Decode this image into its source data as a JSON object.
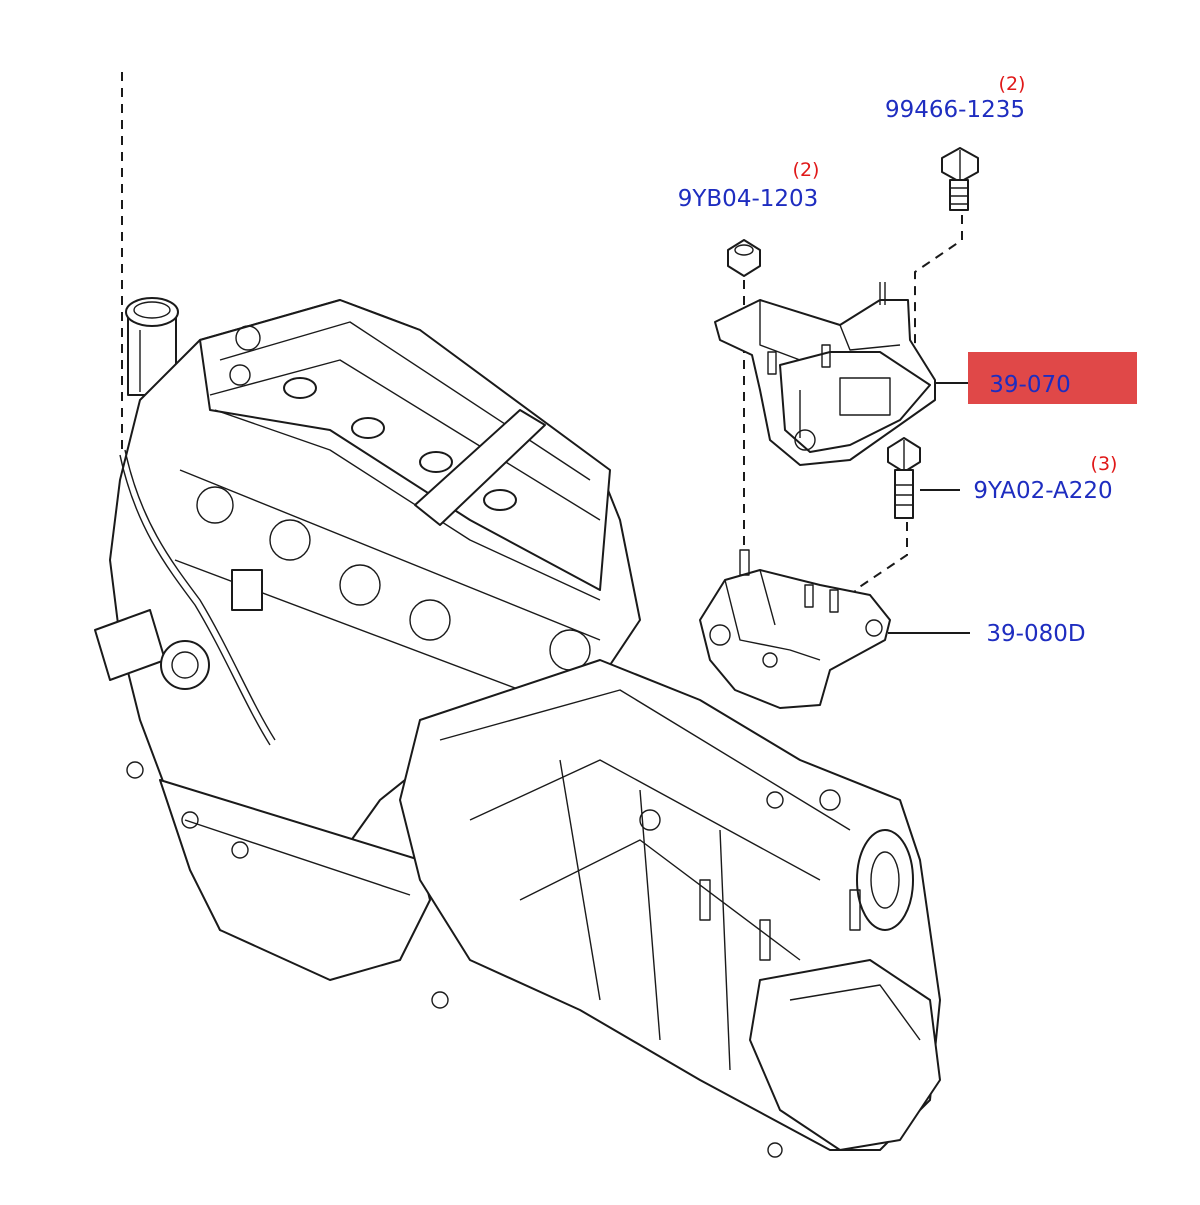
{
  "callouts": {
    "bolt_top_right": {
      "part": "99466-1235",
      "qty": "(2)"
    },
    "nut_top": {
      "part": "9YB04-1203",
      "qty": "(2)"
    },
    "mount_upper": {
      "part": "39-070",
      "highlight_color": "#e04848"
    },
    "bolt_middle": {
      "part": "9YA02-A220",
      "qty": "(3)"
    },
    "mount_lower": {
      "part": "39-080D"
    }
  },
  "colors": {
    "part_number": "#1e2dc0",
    "quantity": "#e01818",
    "line_art": "#1a1a1a",
    "background": "#ffffff"
  }
}
